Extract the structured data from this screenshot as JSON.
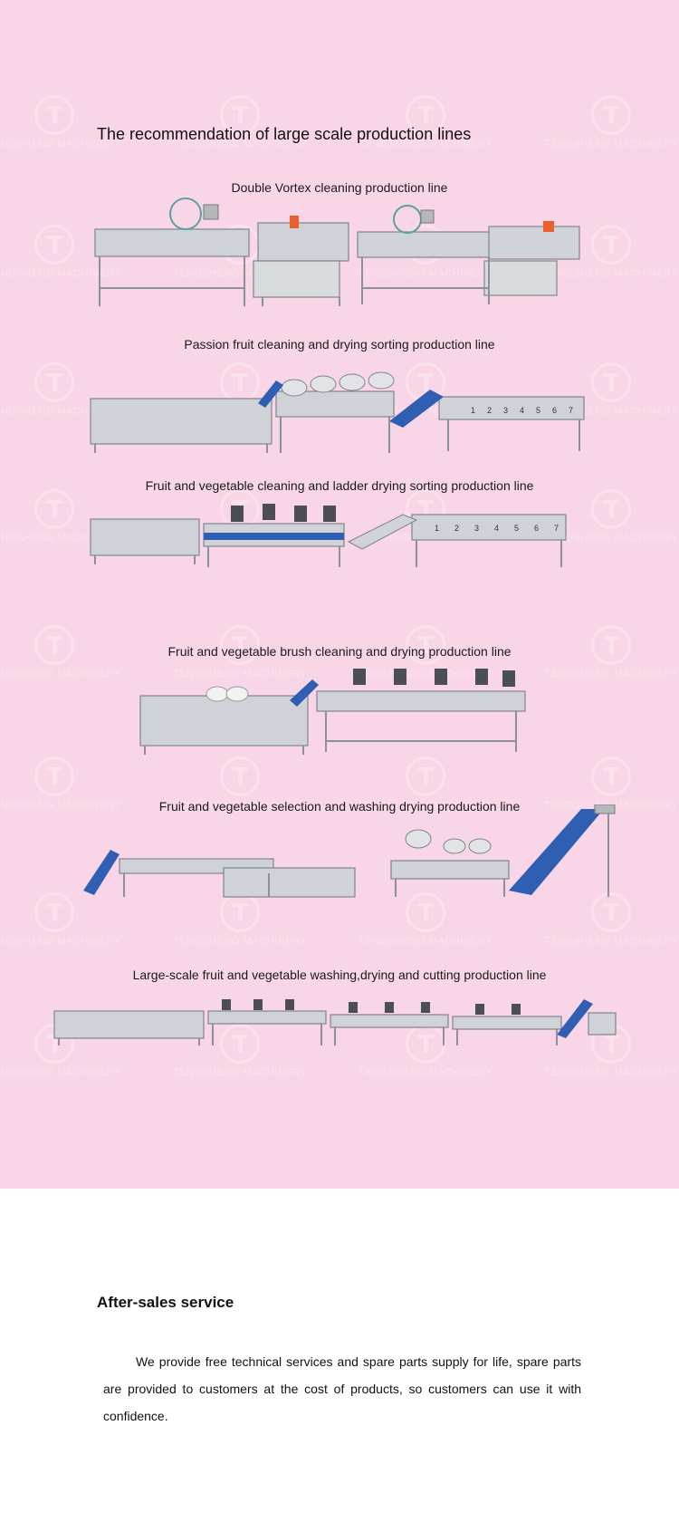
{
  "watermark": {
    "text": "TENGSHENG MACHINERY"
  },
  "section_title": "The recommendation of large scale production lines",
  "lines": [
    {
      "caption": "Double Vortex cleaning production line"
    },
    {
      "caption": "Passion fruit cleaning and drying sorting production line"
    },
    {
      "caption": "Fruit and vegetable cleaning and ladder drying sorting production line"
    },
    {
      "caption": "Fruit and vegetable brush cleaning and drying production line"
    },
    {
      "caption": "Fruit and vegetable selection and washing drying production line"
    },
    {
      "caption": "Large-scale fruit and vegetable washing,drying and cutting production line"
    }
  ],
  "sorting_numbers": [
    "1",
    "2",
    "3",
    "4",
    "5",
    "6",
    "7"
  ],
  "after_sales": {
    "title": "After-sales service",
    "text": "We provide free technical services and spare parts supply for life, spare parts are provided to customers at the cost of products, so customers can use it with confidence."
  },
  "colors": {
    "pink_bg": "#f9d6e7",
    "steel": "#c9ccd1",
    "steel_dark": "#8d9299",
    "belt_blue": "#2f5fb3",
    "accent_orange": "#e8602c"
  }
}
